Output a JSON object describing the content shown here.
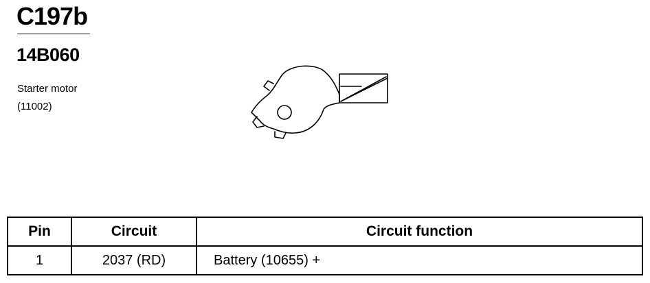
{
  "connector": {
    "id": "C197b",
    "part_number": "14B060",
    "component_name": "Starter motor",
    "component_ref": "(11002)"
  },
  "table": {
    "headers": [
      "Pin",
      "Circuit",
      "Circuit function"
    ],
    "rows": [
      {
        "pin": "1",
        "circuit": "2037 (RD)",
        "function": "Battery (10655)  +"
      }
    ]
  }
}
